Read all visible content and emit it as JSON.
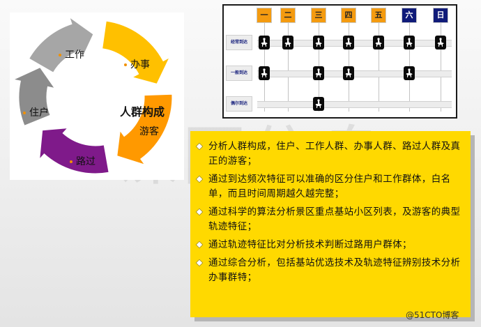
{
  "watermark": {
    "text": "谋图信息"
  },
  "cycle": {
    "center_title": "人群构成",
    "segments": [
      {
        "label": "工作",
        "color": "#a6a6a6"
      },
      {
        "label": "办事",
        "color": "#ffc000"
      },
      {
        "label": "游客",
        "color": "#ff9900"
      },
      {
        "label": "路过",
        "color": "#7f1a8a"
      },
      {
        "label": "住户",
        "color": "#8c8c8c"
      }
    ]
  },
  "schedule": {
    "days": [
      {
        "label": "一",
        "style": "orange"
      },
      {
        "label": "二",
        "style": "orange"
      },
      {
        "label": "三",
        "style": "orange"
      },
      {
        "label": "四",
        "style": "orange"
      },
      {
        "label": "五",
        "style": "orange"
      },
      {
        "label": "六",
        "style": "navy"
      },
      {
        "label": "日",
        "style": "navy"
      }
    ],
    "rows": [
      {
        "label": "经常到达",
        "visits": [
          true,
          true,
          true,
          true,
          true,
          true,
          true
        ]
      },
      {
        "label": "一般到达",
        "visits": [
          true,
          false,
          true,
          true,
          false,
          true,
          false
        ]
      },
      {
        "label": "偶尔到达",
        "visits": [
          false,
          false,
          true,
          false,
          false,
          false,
          false
        ]
      }
    ]
  },
  "info": {
    "items": [
      "分析人群构成，住户、工作人群、办事人群、路过人群及真正的游客；",
      "通过到达频次特征可以准确的区分住户和工作群体，白名单，而且时间周期越久越完整；",
      "通过科学的算法分析景区重点基站小区列表，及游客的典型轨迹特征；",
      "通过轨迹特征比对分析技术判断过路用户群体；",
      "通过综合分析，包括基站优选技术及轨迹特征辨别技术分析办事群特；"
    ]
  },
  "footer": {
    "text": "@51CTO博客"
  }
}
